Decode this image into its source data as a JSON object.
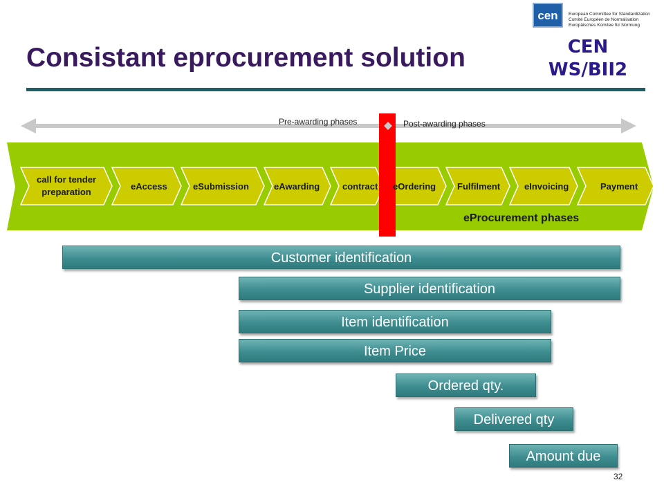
{
  "slide": {
    "title": "Consistant eprocurement solution",
    "cen_label_line1": "CEN",
    "cen_label_line2": "WS/BII2",
    "page_number": "32"
  },
  "logo": {
    "mark": "cen",
    "line1": "European Committee for Standardization",
    "line2": "Comité Européen de Normalisation",
    "line3": "Europäisches Komitee für Normung",
    "color": "#1f5fa8"
  },
  "timeline": {
    "pre_awarding": "Pre-awarding  phases",
    "post_awarding": "Post-awarding phases",
    "arrow_color": "#c8c8c8",
    "divider_color": "#ff0000"
  },
  "phases": {
    "caption": "eProcurement phases",
    "band_color": "#99cc00",
    "chevron_color": "#cccc00",
    "items": [
      {
        "label": "call for tender\npreparation"
      },
      {
        "label": "eAccess"
      },
      {
        "label": "eSubmission"
      },
      {
        "label": "eAwarding"
      },
      {
        "label": "contract"
      },
      {
        "label": "eOrdering"
      },
      {
        "label": "Fulfilment"
      },
      {
        "label": "eInvoicing"
      },
      {
        "label": "Payment"
      }
    ]
  },
  "info_items": [
    {
      "label": "Customer identification"
    },
    {
      "label": "Supplier identification"
    },
    {
      "label": "Item identification"
    },
    {
      "label": "Item Price"
    },
    {
      "label": "Ordered qty."
    },
    {
      "label": "Delivered qty"
    },
    {
      "label": "Amount due"
    }
  ]
}
